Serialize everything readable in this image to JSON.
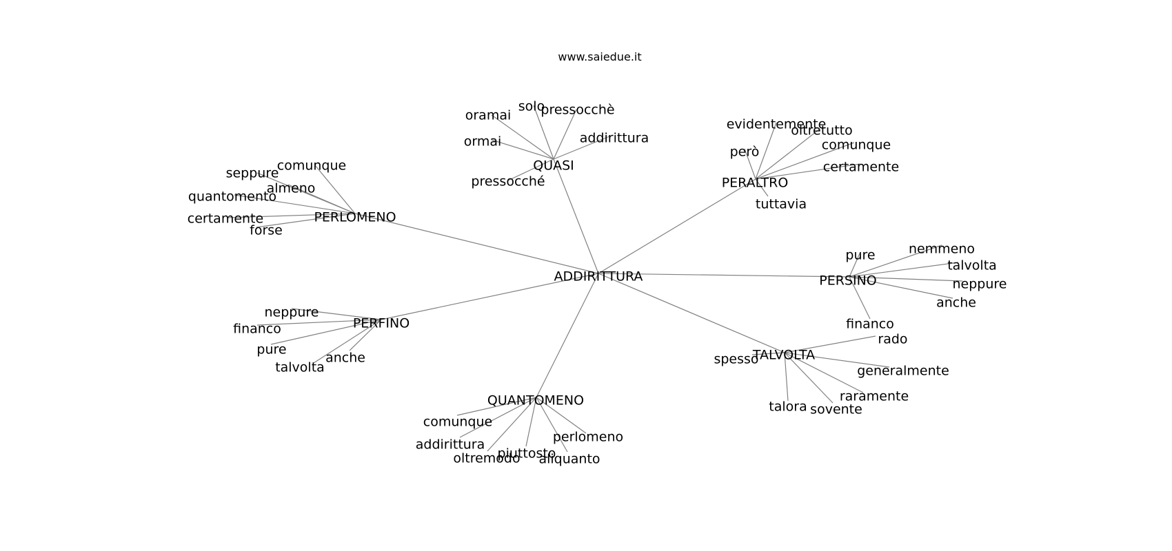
{
  "title": "www.saiedue.it",
  "graph": {
    "center": "ADDIRITTURA",
    "edge_color": "#808080",
    "groups": [
      {
        "hub": "PERLOMENO",
        "leaves": [
          "comunque",
          "seppure",
          "almeno",
          "quantomento",
          "certamente",
          "forse"
        ]
      },
      {
        "hub": "QUASI",
        "leaves": [
          "oramai",
          "solo",
          "pressocchè",
          "ormai",
          "addirittura",
          "pressocché"
        ]
      },
      {
        "hub": "PERALTRO",
        "leaves": [
          "evidentemente",
          "oltretutto",
          "però",
          "comunque",
          "certamente",
          "tuttavia"
        ]
      },
      {
        "hub": "PERSINO",
        "leaves": [
          "pure",
          "nemmeno",
          "talvolta",
          "neppure",
          "anche",
          "financo"
        ]
      },
      {
        "hub": "TALVOLTA",
        "leaves": [
          "rado",
          "spesso",
          "generalmente",
          "raramente",
          "talora",
          "sovente"
        ]
      },
      {
        "hub": "QUANTOMENO",
        "leaves": [
          "comunque",
          "addirittura",
          "oltremodo",
          "piuttosto",
          "aliquanto",
          "perlomeno"
        ]
      },
      {
        "hub": "PERFINO",
        "leaves": [
          "neppure",
          "financo",
          "pure",
          "anche",
          "talvolta"
        ]
      }
    ]
  }
}
